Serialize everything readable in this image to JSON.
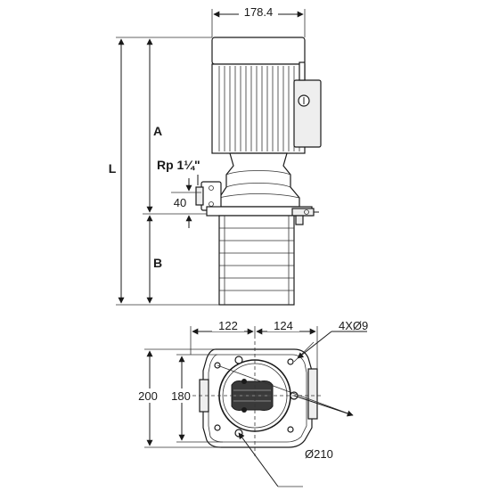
{
  "dimensions": {
    "motor_width": "178.4",
    "L": "L",
    "A": "A",
    "B": "B",
    "rp": "Rp 1¼\"",
    "outlet_40": "40",
    "base_122": "122",
    "base_124": "124",
    "holes": "4XØ9",
    "height_200": "200",
    "height_180": "180",
    "circle_210": "Ø210"
  }
}
